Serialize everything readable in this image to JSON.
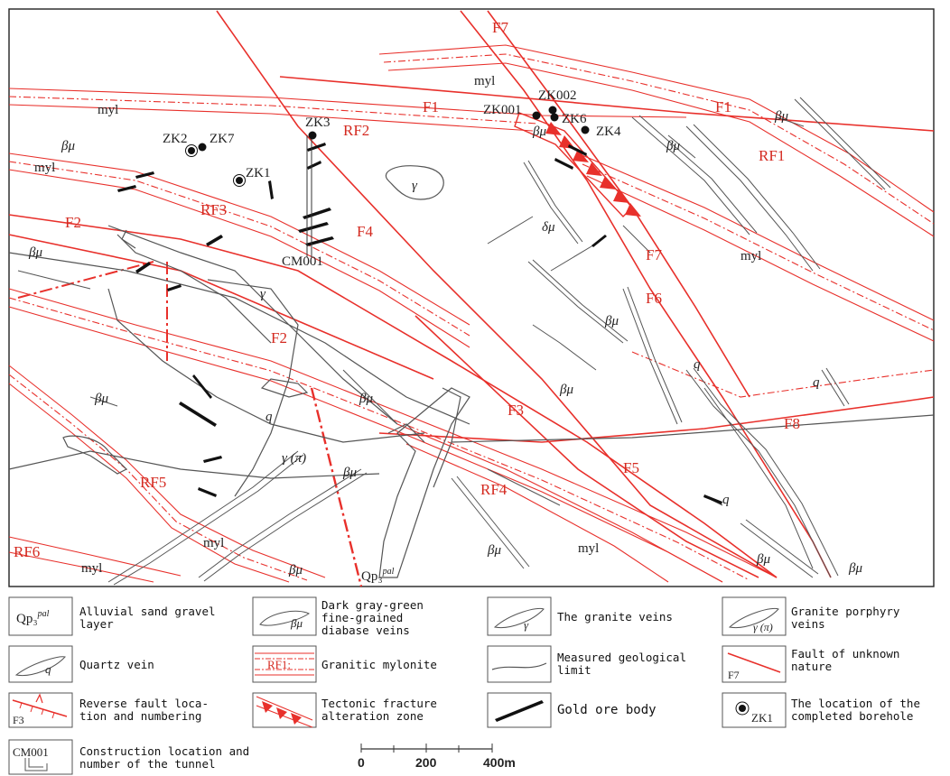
{
  "colors": {
    "fault": "#e8302b",
    "geo": "#555555",
    "ore": "#111111",
    "frame": "#222222",
    "label_red": "#d42a20",
    "label_dark": "#222222"
  },
  "map_labels": {
    "faults": [
      "F1",
      "F1",
      "F2",
      "F2",
      "F3",
      "F4",
      "F5",
      "F6",
      "F7",
      "F7",
      "F8"
    ],
    "reverse_faults": [
      "RF1",
      "RF2",
      "RF3",
      "RF4",
      "RF5",
      "RF6"
    ],
    "boreholes": [
      "ZK002",
      "ZK001",
      "ZK6",
      "ZK4",
      "ZK3",
      "ZK2",
      "ZK7",
      "ZK1"
    ],
    "tunnel": "CM001",
    "myl": "myl",
    "diabase": "βμ",
    "diorite": "δμ",
    "granite": "γ",
    "granite_porphyry": "γ (π)",
    "quartz": "q",
    "alluvial": "Qp₃",
    "alluvial_sup": "pal"
  },
  "legend": {
    "items": [
      {
        "id": "alluvial",
        "symbol_text": "Qp₃",
        "symbol_sup": "pal",
        "text": "Alluvial sand gravel\nlayer"
      },
      {
        "id": "diabase",
        "symbol_text": "βμ",
        "text": "Dark gray-green\nfine-grained\ndiabase veins"
      },
      {
        "id": "granite",
        "symbol_text": "γ",
        "text": "The granite veins"
      },
      {
        "id": "porphyry",
        "symbol_text": "γ (π)",
        "text": "Granite porphyry\nveins"
      },
      {
        "id": "quartz",
        "symbol_text": "q",
        "text": "Quartz vein"
      },
      {
        "id": "mylonite",
        "symbol_text": "RF1:",
        "text": "Granitic mylonite"
      },
      {
        "id": "limit",
        "symbol_text": "",
        "text": "Measured geological\nlimit"
      },
      {
        "id": "fault",
        "symbol_text": "F7",
        "text": "Fault of unknown\nnature"
      },
      {
        "id": "reverse",
        "symbol_text": "F3",
        "text": "Reverse fault loca-\ntion and numbering"
      },
      {
        "id": "fracture",
        "symbol_text": "",
        "text": "Tectonic fracture\nalteration zone"
      },
      {
        "id": "ore",
        "symbol_text": "",
        "text": "Gold ore body"
      },
      {
        "id": "borehole",
        "symbol_text": "ZK1",
        "text": "The location of the\ncompleted borehole"
      },
      {
        "id": "tunnel",
        "symbol_text": "CM001",
        "text": "Construction location and\nnumber of the tunnel"
      }
    ]
  },
  "scale_bar": {
    "ticks": [
      "0",
      "200",
      "400m"
    ]
  }
}
